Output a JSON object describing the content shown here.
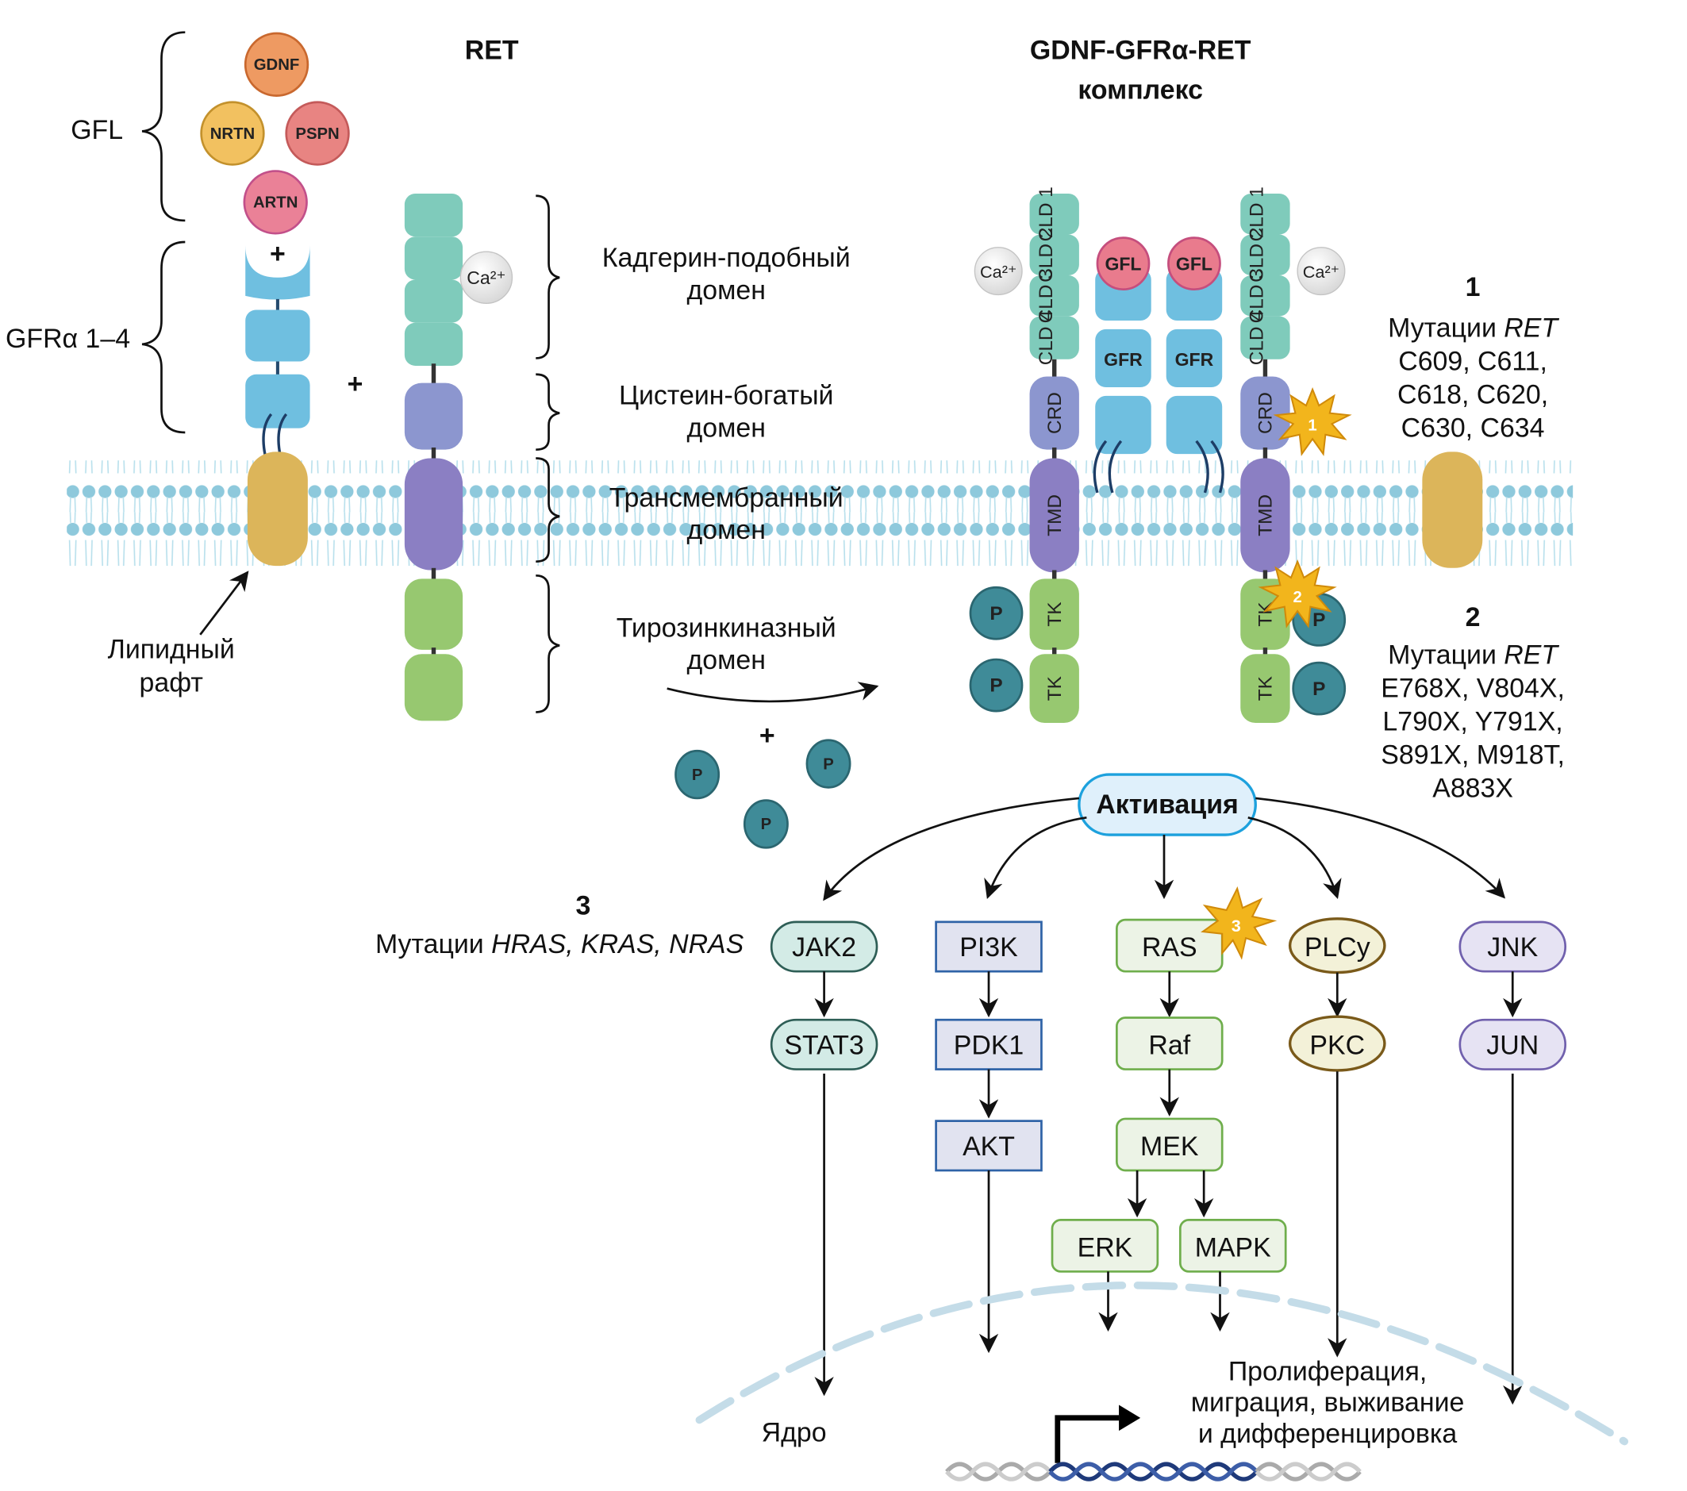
{
  "titles": {
    "ret": "RET",
    "complex_line1": "GDNF-GFRα-RET",
    "complex_line2": "комплекс"
  },
  "left": {
    "gfl_label": "GFL",
    "gfra_label": "GFRα 1–4",
    "ligands": [
      "GDNF",
      "NRTN",
      "PSPN",
      "ARTN"
    ],
    "plus": "+",
    "lipid_raft_line1": "Липидный",
    "lipid_raft_line2": "рафт",
    "calcium": "Ca²⁺"
  },
  "domains": [
    {
      "line1": "Кадгерин-подобный",
      "line2": "домен"
    },
    {
      "line1": "Цистеин-богатый",
      "line2": "домен"
    },
    {
      "line1": "Трансмембранный",
      "line2": "домен"
    },
    {
      "line1": "Тирозинкиназный",
      "line2": "домен"
    }
  ],
  "complex": {
    "cld_labels": [
      "CLD 1",
      "CLD 2",
      "CLD 3",
      "CLD 4"
    ],
    "crd": "CRD",
    "tmd": "TMD",
    "tk": "TK",
    "gfl": "GFL",
    "gfr": "GFR",
    "phospho": "P",
    "calcium": "Ca²⁺"
  },
  "mutations": [
    {
      "num": "1",
      "title_plain": "Мутации ",
      "title_italic": "RET",
      "lines": [
        "C609, C611,",
        "C618, C620,",
        "C630, C634"
      ]
    },
    {
      "num": "2",
      "title_plain": "Мутации ",
      "title_italic": "RET",
      "lines": [
        "E768X, V804X,",
        "L790X, Y791X,",
        "S891X, M918T,",
        "A883X"
      ]
    },
    {
      "num": "3",
      "title_plain": "Мутации ",
      "title_italic": "HRAS, KRAS, NRAS",
      "lines": []
    }
  ],
  "activation": "Активация",
  "pathways": {
    "jak": [
      "JAK2",
      "STAT3"
    ],
    "pi3k": [
      "PI3K",
      "PDK1",
      "AKT"
    ],
    "ras": [
      "RAS",
      "Raf",
      "MEK",
      "ERK",
      "MAPK"
    ],
    "plc": [
      "PLCy",
      "PKC"
    ],
    "jnk": [
      "JNK",
      "JUN"
    ]
  },
  "nucleus_label": "Ядро",
  "outcome": [
    "Пролиферация,",
    "миграция, выживание",
    "и дифференцировка"
  ],
  "colors": {
    "membrane": "#8ec9dc",
    "cadherin": "#7fcbbb",
    "crd": "#8c96cf",
    "tmd": "#8b7fc3",
    "tk": "#97c870",
    "gfr": "#6fbfe0",
    "phospho": "#3f8b98",
    "raft": "#dcb55a",
    "star": "#f2b51c",
    "jak_fill": "#d3ebe6",
    "jak_stroke": "#2e5e56",
    "pi3k_fill": "#e1e3f0",
    "pi3k_stroke": "#2f63a7",
    "ras_fill": "#ecf3e6",
    "ras_stroke": "#6fae4c",
    "plc_fill": "#f3f1d8",
    "plc_stroke": "#7a5a1a",
    "jnk_fill": "#e6e3f3",
    "jnk_stroke": "#7060ad",
    "activation_fill": "#dff0fb",
    "activation_stroke": "#1da1dd"
  }
}
